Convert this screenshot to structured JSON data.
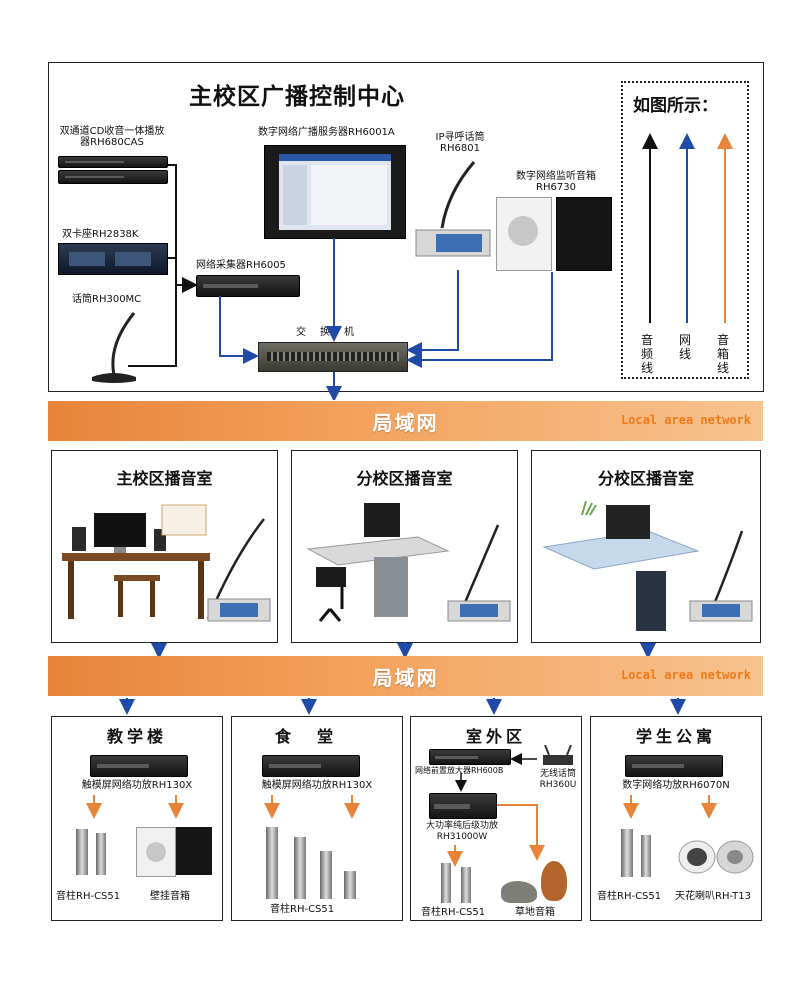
{
  "main_center": {
    "title": "主校区广播控制中心",
    "legend": {
      "title": "如图所示：",
      "items": [
        {
          "label": "音频线",
          "color": "#111111"
        },
        {
          "label": "网线",
          "color": "#1f4aa8"
        },
        {
          "label": "音箱线",
          "color": "#e8843a"
        }
      ]
    },
    "devices": {
      "cd_player": "双通道CD收音一体播放器RH680CAS",
      "cassette": "双卡座RH2838K",
      "mic": "话筒RH300MC",
      "collector": "网络采集器RH6005",
      "server": "数字网络广播服务器RH6001A",
      "ip_mic": "IP寻呼话筒RH6801",
      "monitor_speaker": "数字网络监听音箱RH6730",
      "switch": "交换机"
    }
  },
  "lan": {
    "label": "局域网",
    "subtitle": "Local area network"
  },
  "rooms": [
    "主校区播音室",
    "分校区播音室",
    "分校区播音室"
  ],
  "zones": {
    "teaching": {
      "title": "教学楼",
      "amp": "触模屏网络功放RH130X",
      "items": [
        "音柱RH-CS51",
        "壁挂音箱"
      ]
    },
    "canteen": {
      "title": "食堂",
      "amp": "触模屏网络功放RH130X",
      "items": [
        "音柱RH-CS51"
      ]
    },
    "outdoor": {
      "title": "室外区",
      "preamp": "网络前置放大器RH600B",
      "wireless": "无线话筒RH360U",
      "poweramp": "大功率纯后级功放RH31000W",
      "items": [
        "音柱RH-CS51",
        "草地音箱"
      ]
    },
    "dorm": {
      "title": "学生公寓",
      "amp": "数字网络功放RH6070N",
      "items": [
        "音柱RH-CS51",
        "天花喇叭RH-T13"
      ]
    }
  }
}
